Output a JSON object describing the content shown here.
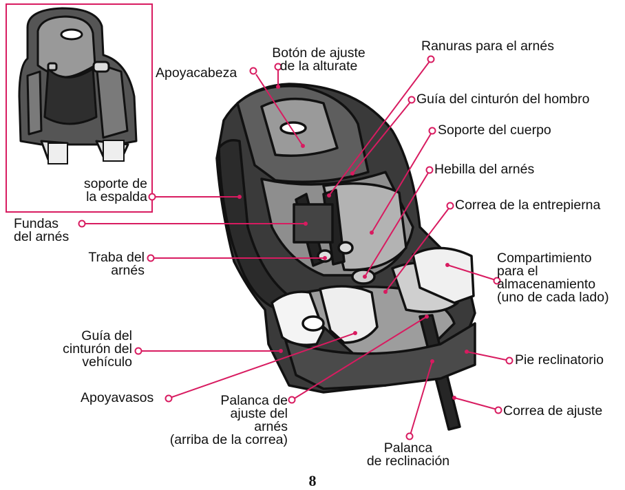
{
  "colors": {
    "leader_line": "#d81b60",
    "seat_dark": "#3b3b3b",
    "seat_mid": "#8a8a8a",
    "seat_light": "#b9b9b9",
    "outline": "#111111"
  },
  "labels": {
    "apoyacabeza": "Apoyacabeza",
    "boton_ajuste": [
      "Botón de ajuste",
      "de la alturate"
    ],
    "ranuras": "Ranuras para el arnés",
    "guia_hombro": "Guía del cinturón del hombro",
    "soporte_cuerpo": "Soporte del cuerpo",
    "hebilla": "Hebilla del arnés",
    "correa_entrepierna": "Correa de la entrepierna",
    "compartimiento": [
      "Compartimiento",
      "para el",
      "almacenamiento",
      "(uno de cada lado)"
    ],
    "pie_reclinatorio": "Pie reclinatorio",
    "correa_ajuste": "Correa de ajuste",
    "palanca_reclinacion": [
      "Palanca",
      "de reclinación"
    ],
    "palanca_ajuste": [
      "Palanca de",
      "ajuste del",
      "arnés",
      "(arriba de la correa)"
    ],
    "apoyavasos": "Apoyavasos",
    "guia_vehiculo": [
      "Guía del",
      "cinturón del",
      "vehículo"
    ],
    "traba": [
      "Traba del",
      "arnés"
    ],
    "fundas": [
      "Fundas",
      "del arnés"
    ],
    "soporte_espalda": [
      "soporte de",
      "la espalda"
    ]
  },
  "page_number": "8"
}
